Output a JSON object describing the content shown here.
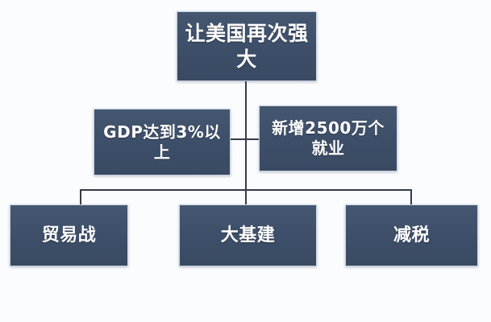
{
  "diagram": {
    "type": "hierarchy-tree",
    "background_color": "#fbfcfe",
    "node_color": "#3f506b",
    "node_text_color": "#ffffff",
    "connector_color": "#343c4a",
    "levels": {
      "root": {
        "label": "让美国再次强大"
      },
      "objectives": [
        {
          "label": "GDP达到3%以上"
        },
        {
          "label": "新增2500万个\n就业"
        }
      ],
      "measures": [
        {
          "label": "贸易战"
        },
        {
          "label": "大基建"
        },
        {
          "label": "减税"
        }
      ]
    }
  }
}
